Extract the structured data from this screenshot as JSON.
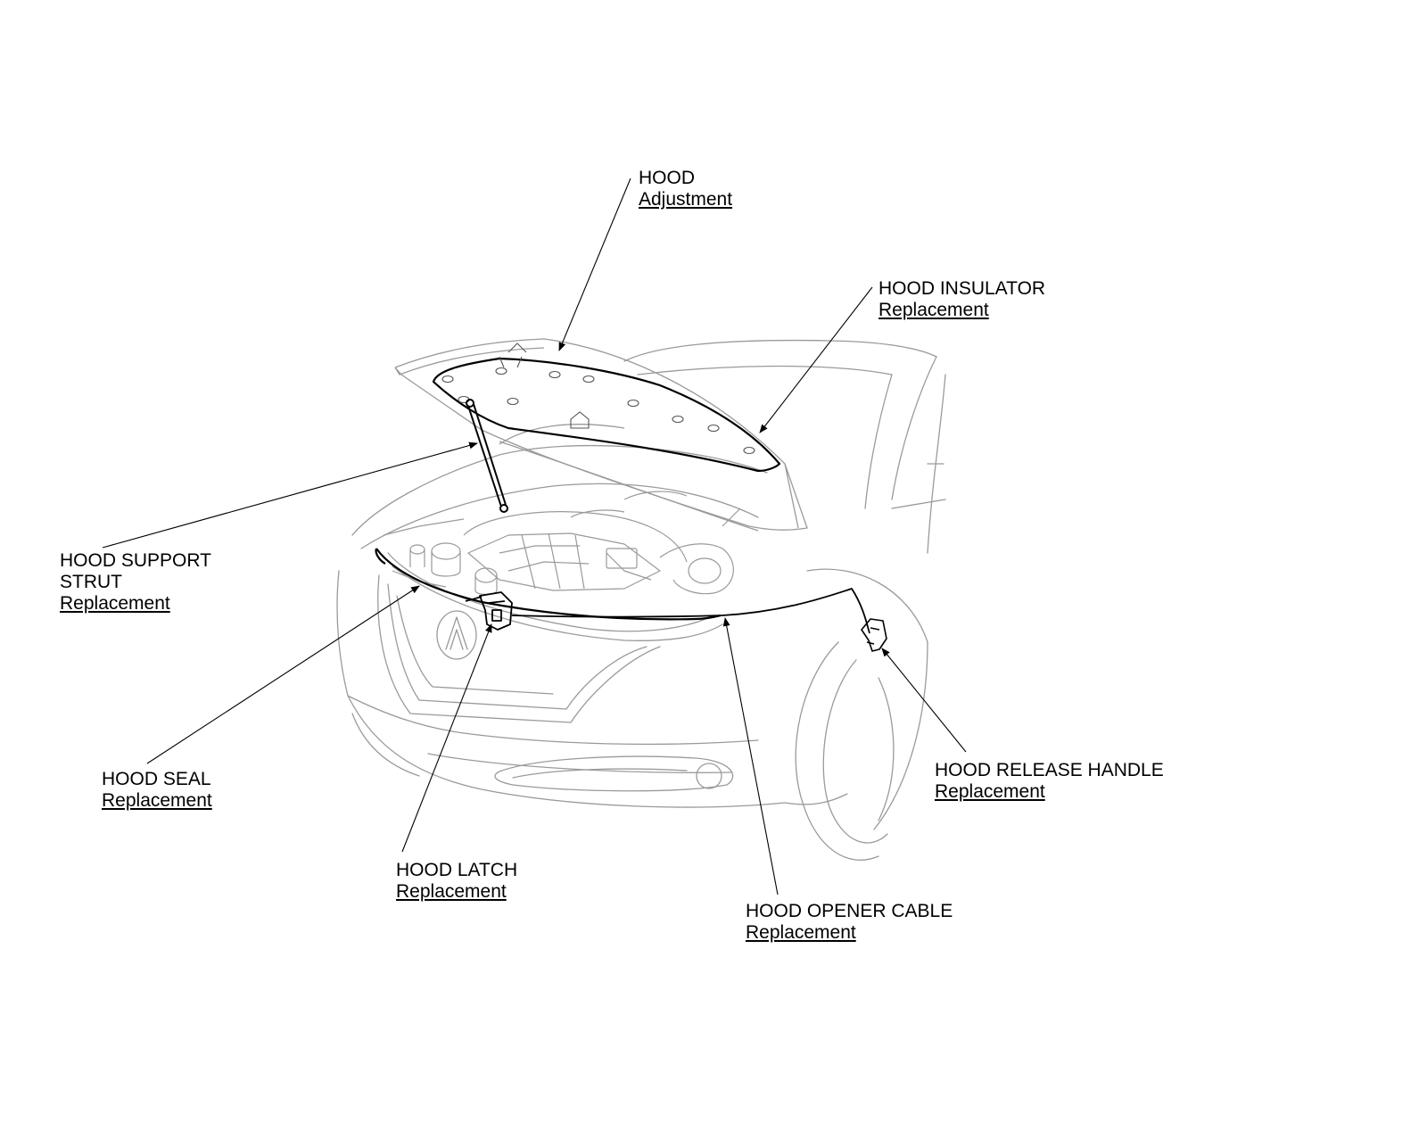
{
  "callouts": {
    "hood": {
      "title": "HOOD",
      "link": "Adjustment"
    },
    "insulator": {
      "title": "HOOD INSULATOR",
      "link": "Replacement"
    },
    "strut": {
      "title_1": "HOOD SUPPORT",
      "title_2": "STRUT",
      "link": "Replacement"
    },
    "seal": {
      "title": "HOOD SEAL",
      "link": "Replacement"
    },
    "latch": {
      "title": "HOOD LATCH",
      "link": "Replacement"
    },
    "cable": {
      "title": "HOOD OPENER CABLE",
      "link": "Replacement"
    },
    "handle": {
      "title": "HOOD RELEASE HANDLE",
      "link": "Replacement"
    }
  },
  "colors": {
    "ink": "#000000",
    "light_line": "#9a9a9a",
    "background": "#ffffff"
  }
}
